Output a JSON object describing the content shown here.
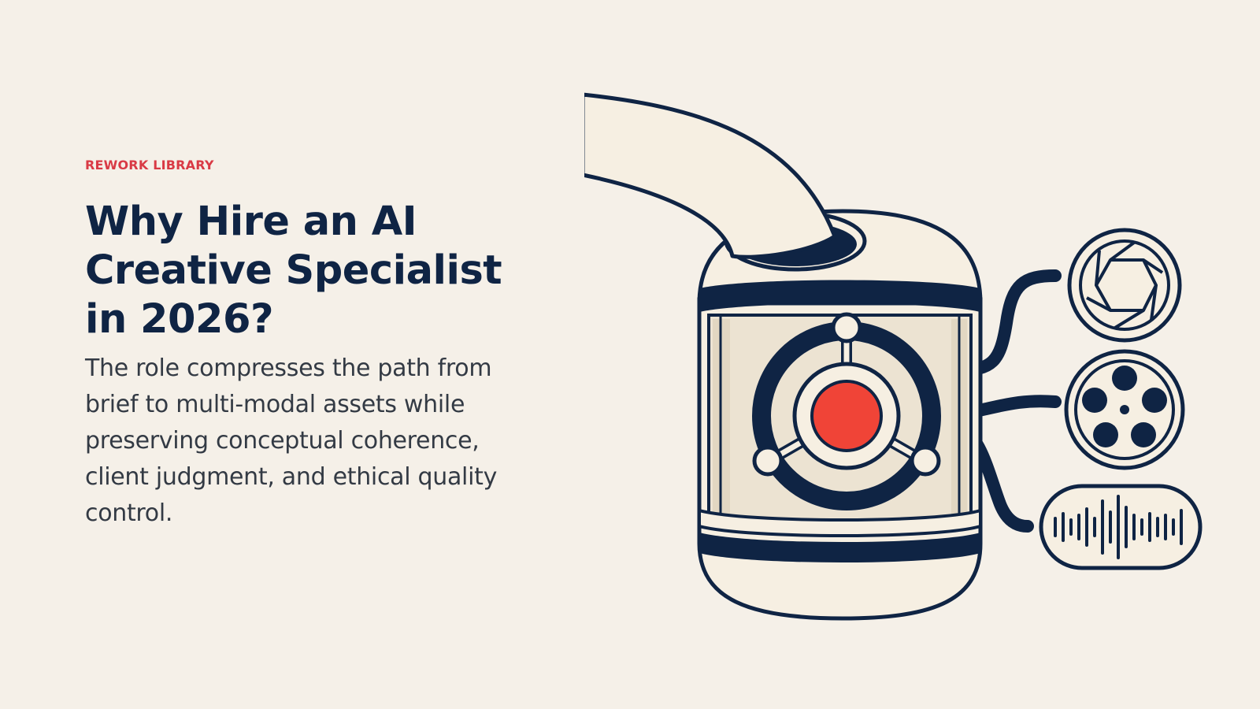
{
  "eyebrow": "REWORK LIBRARY",
  "title": "Why Hire an AI Creative Specialist in 2026?",
  "body": "The role compresses the path from brief to multi-modal assets while preserving conceptual coherence, client judgment, and ethical quality control.",
  "illustration": {
    "icons": [
      "camera-aperture-icon",
      "film-reel-icon",
      "audio-waveform-icon"
    ],
    "colors": {
      "ink": "#0f2444",
      "cream": "#f6efe2",
      "accent": "#f04437"
    }
  }
}
